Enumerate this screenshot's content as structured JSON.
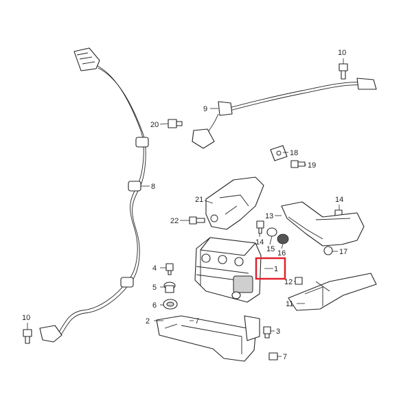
{
  "diagram": {
    "callouts": [
      {
        "id": "c1",
        "label": "1"
      },
      {
        "id": "c2",
        "label": "2"
      },
      {
        "id": "c3",
        "label": "3"
      },
      {
        "id": "c4",
        "label": "4"
      },
      {
        "id": "c5",
        "label": "5"
      },
      {
        "id": "c6",
        "label": "6"
      },
      {
        "id": "c7a",
        "label": "7"
      },
      {
        "id": "c7b",
        "label": "7"
      },
      {
        "id": "c8",
        "label": "8"
      },
      {
        "id": "c9",
        "label": "9"
      },
      {
        "id": "c10a",
        "label": "10"
      },
      {
        "id": "c10b",
        "label": "10"
      },
      {
        "id": "c11",
        "label": "11"
      },
      {
        "id": "c12",
        "label": "12"
      },
      {
        "id": "c13",
        "label": "13"
      },
      {
        "id": "c14a",
        "label": "14"
      },
      {
        "id": "c14b",
        "label": "14"
      },
      {
        "id": "c15",
        "label": "15"
      },
      {
        "id": "c16",
        "label": "16"
      },
      {
        "id": "c17",
        "label": "17"
      },
      {
        "id": "c18",
        "label": "18"
      },
      {
        "id": "c19",
        "label": "19"
      },
      {
        "id": "c20",
        "label": "20"
      },
      {
        "id": "c21",
        "label": "21"
      },
      {
        "id": "c22",
        "label": "22"
      }
    ],
    "highlight": {
      "part": "1",
      "color": "#e0202a"
    },
    "colors": {
      "line": "#222222",
      "background": "#ffffff"
    }
  }
}
